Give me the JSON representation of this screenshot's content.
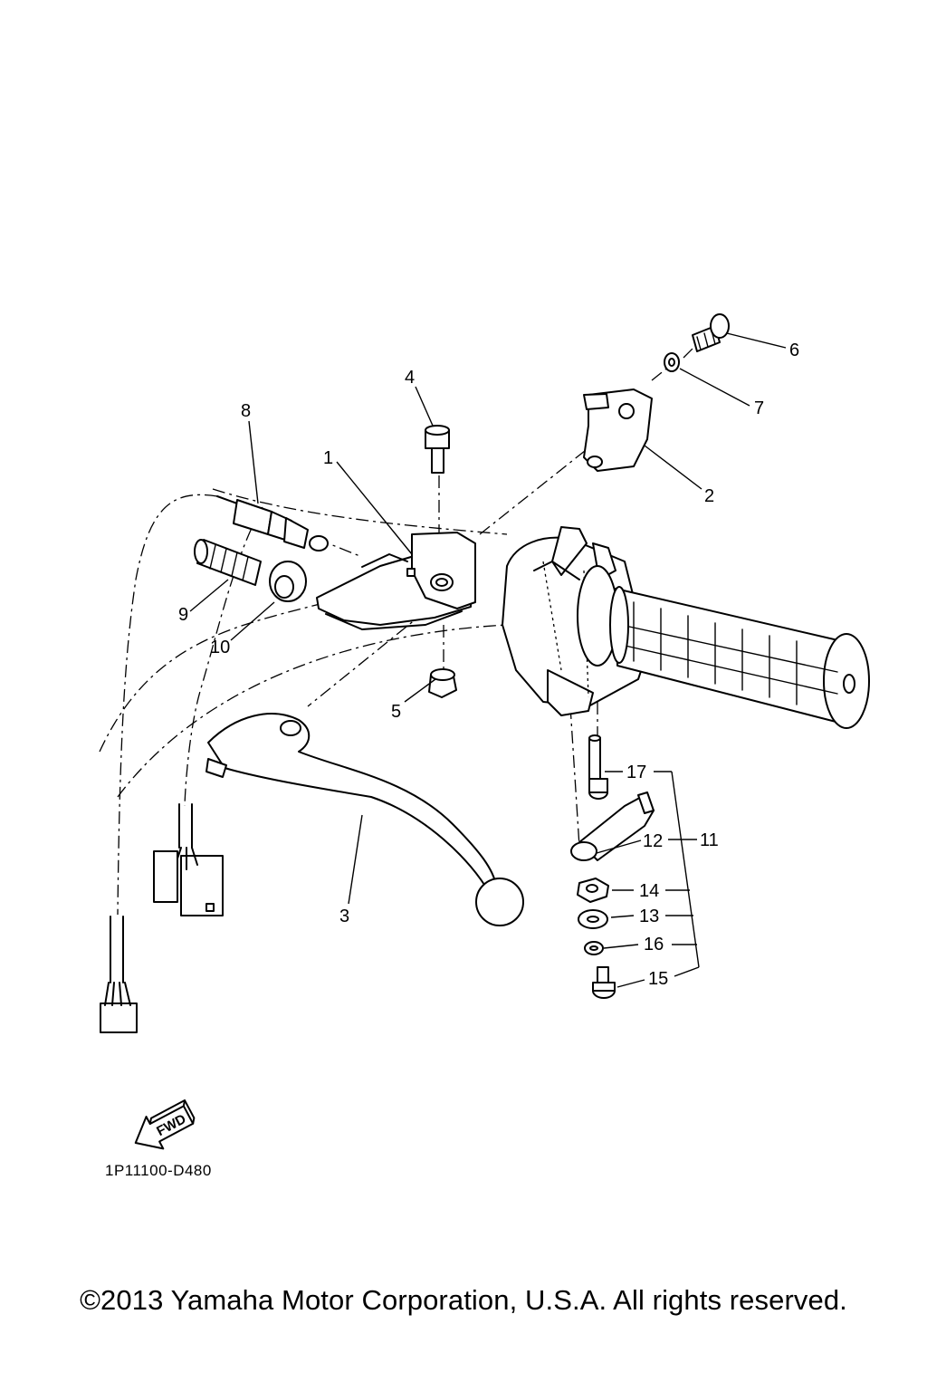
{
  "diagram": {
    "code": "1P11100-D480",
    "copyright": "©2013 Yamaha Motor Corporation, U.S.A. All rights reserved.",
    "fwd_label": "FWD",
    "callouts": [
      "1",
      "2",
      "3",
      "4",
      "5",
      "6",
      "7",
      "8",
      "9",
      "10",
      "11",
      "12",
      "13",
      "14",
      "15",
      "16",
      "17"
    ]
  }
}
